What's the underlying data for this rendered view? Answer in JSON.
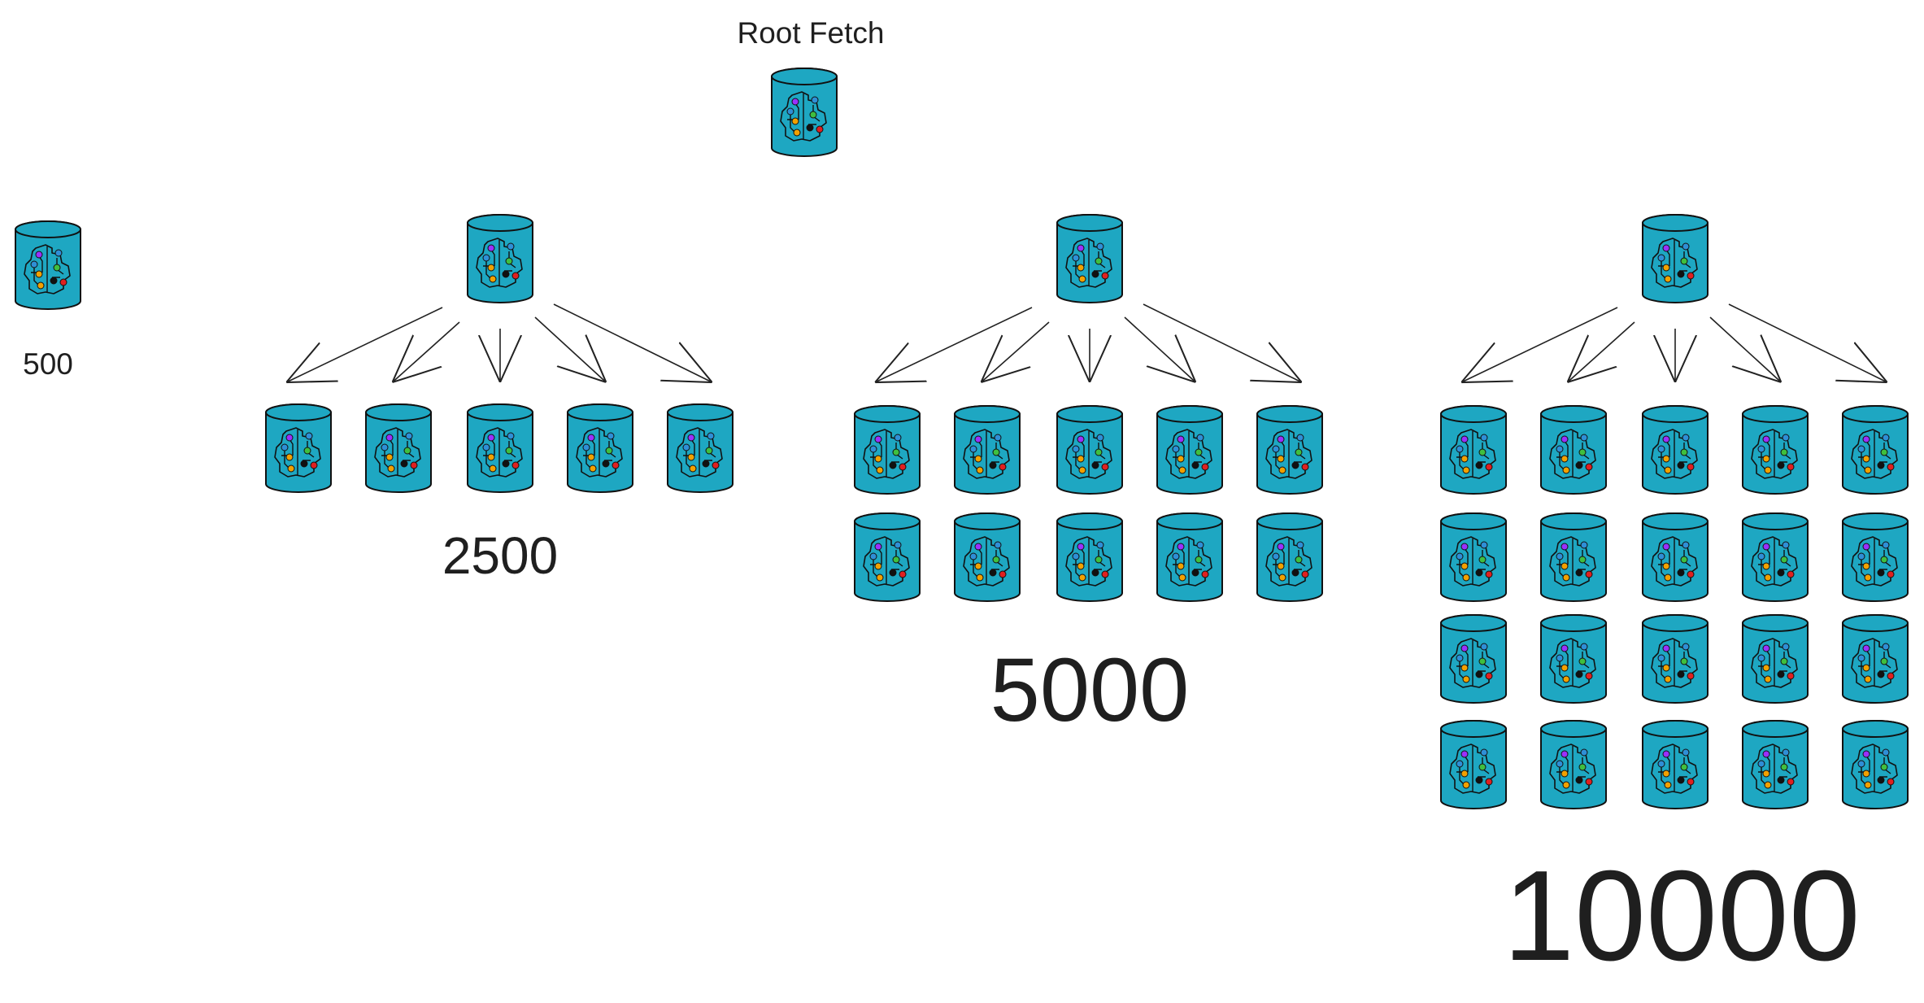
{
  "title": "Root Fetch",
  "colors": {
    "cylinder_fill": "#1ea7c2",
    "cylinder_stroke": "#111111",
    "arrow": "#222222",
    "text": "#1f1f1f",
    "dots": [
      "#9b30ff",
      "#2f8fd6",
      "#3fbf3f",
      "#f2a100",
      "#111111",
      "#e02020"
    ]
  },
  "icon": "database-cylinder-with-circuit-brain-icon",
  "groups": [
    {
      "label": "500",
      "children": 0
    },
    {
      "label": "2500",
      "children": 5
    },
    {
      "label": "5000",
      "children": 10
    },
    {
      "label": "10000",
      "children": 20
    }
  ]
}
